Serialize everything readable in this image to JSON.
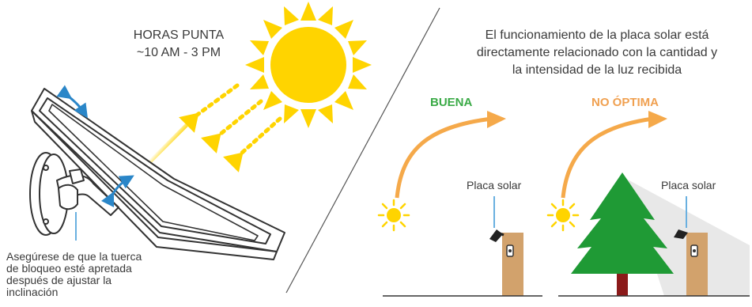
{
  "peak_hours": {
    "line1": "HORAS PUNTA",
    "line2": "~10 AM - 3 PM"
  },
  "info": {
    "line1": "El funcionamiento de la placa solar está",
    "line2": "directamente relacionado con la cantidad y",
    "line3": "la intensidad de la luz recibida"
  },
  "good_label": "BUENA",
  "bad_label": "NO ÓPTIMA",
  "panel_label": "Placa solar",
  "note": {
    "line1": "Asegúrese de que la tuerca",
    "line2": "de bloqueo esté apretada",
    "line3": "después de ajustar la",
    "line4": "inclinación"
  },
  "colors": {
    "sun": "#ffd400",
    "arc": "#f5a94a",
    "good": "#3aaa46",
    "bad": "#f0a050",
    "tree": "#1f9a35",
    "trunk": "#8b1a1a",
    "post": "#d2a26c",
    "tilt_arrow": "#2a86c8",
    "shadow": "#e8e8e8"
  },
  "icons": [
    "sun-icon",
    "light-ray-arrow-icon",
    "tilt-arrow-icon",
    "tree-icon",
    "solar-panel-icon",
    "camera-icon"
  ]
}
